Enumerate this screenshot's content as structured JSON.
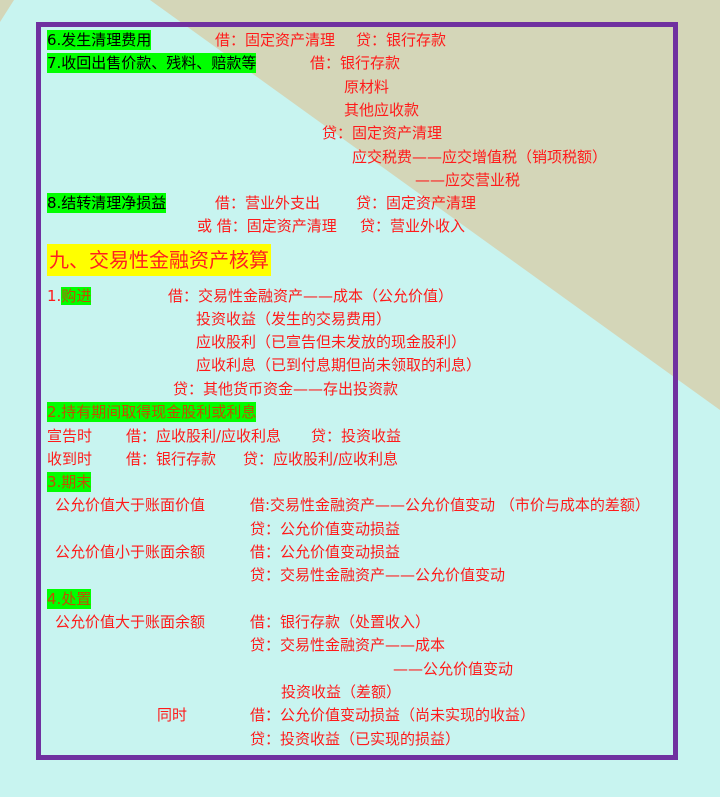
{
  "colors": {
    "frame_border": "#7030a0",
    "text_red": "#ff1a1a",
    "highlight_green": "#00ff00",
    "highlight_yellow": "#ffff00",
    "bg_cyan": "#c8f4f0",
    "bg_beige": "#d4d6b8"
  },
  "fixed_assets_disposal": {
    "step6": {
      "label": "6.发生清理费用",
      "debit": "借：固定资产清理",
      "credit": "贷：银行存款"
    },
    "step7": {
      "label": "7.收回出售价款、残料、赔款等",
      "debit": "借：银行存款",
      "debit_2": "原材料",
      "debit_3": "其他应收款",
      "credit": "贷：固定资产清理",
      "credit_2": "应交税费——应交增值税（销项税额）",
      "credit_3": "——应交营业税"
    },
    "step8": {
      "label": "8.结转清理净损益",
      "debit": "借：营业外支出",
      "credit": "贷：固定资产清理",
      "alt": "或 借：固定资产清理",
      "alt_credit": "贷：营业外收入"
    }
  },
  "section9": {
    "title": "九、交易性金融资产核算",
    "purchase": {
      "num": "1.",
      "label": "购进",
      "debit": "借：交易性金融资产——成本（公允价值）",
      "debit_2": "投资收益（发生的交易费用）",
      "debit_3": "应收股利（已宣告但未发放的现金股利）",
      "debit_4": "应收利息（已到付息期但尚未领取的利息）",
      "credit": "贷：其他货币资金——存出投资款"
    },
    "holding": {
      "label": "2.持有期间取得现金股利或利息",
      "declare_label": "宣告时",
      "declare_debit": "借：应收股利/应收利息",
      "declare_credit": "贷：投资收益",
      "receive_label": "收到时",
      "receive_debit": "借：银行存款",
      "receive_credit": "贷：应收股利/应收利息"
    },
    "period_end": {
      "label": "3.期末",
      "case1": "公允价值大于账面价值",
      "case1_debit": "借:交易性金融资产——公允价值变动 （市价与成本的差额）",
      "case1_credit": "贷：公允价值变动损益",
      "case2": "公允价值小于账面余额",
      "case2_debit": "借：公允价值变动损益",
      "case2_credit": "贷：交易性金融资产——公允价值变动"
    },
    "disposal": {
      "label": "4.处置",
      "case": "公允价值大于账面余额",
      "debit": "借：银行存款（处置收入）",
      "credit": "贷：交易性金融资产——成本",
      "credit_2": "——公允价值变动",
      "credit_3": "投资收益（差额）",
      "meanwhile": "同时",
      "m_debit": "借：公允价值变动损益（尚未实现的收益）",
      "m_credit": "贷：投资收益（已实现的损益）"
    }
  }
}
